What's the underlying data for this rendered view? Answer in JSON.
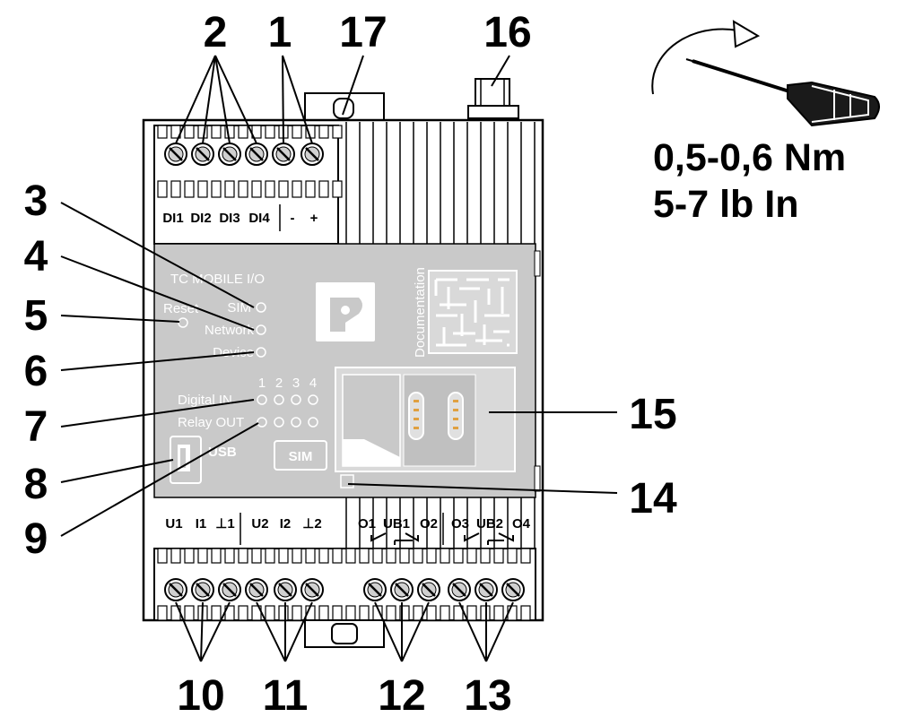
{
  "callouts": {
    "c1": "1",
    "c2": "2",
    "c3": "3",
    "c4": "4",
    "c5": "5",
    "c6": "6",
    "c7": "7",
    "c8": "8",
    "c9": "9",
    "c10": "10",
    "c11": "11",
    "c12": "12",
    "c13": "13",
    "c14": "14",
    "c15": "15",
    "c16": "16",
    "c17": "17"
  },
  "torque": {
    "nm": "0,5-0,6 Nm",
    "lbin": "5-7 lb In"
  },
  "top_terminals": [
    "DI1",
    "DI2",
    "DI3",
    "DI4",
    "-",
    "+"
  ],
  "bottom_terminals": [
    "U1",
    "I1",
    "⊥1",
    "U2",
    "I2",
    "⊥2",
    "O1",
    "UB1",
    "O2",
    "O3",
    "UB2",
    "O4"
  ],
  "panel": {
    "product": "TC MOBILE I/O",
    "reset": "Reset",
    "sim_led": "SIM",
    "network_led": "Network",
    "device_led": "Device",
    "digital_in": "Digital IN",
    "relay_out": "Relay OUT",
    "channels": [
      "1",
      "2",
      "3",
      "4"
    ],
    "usb": "USB",
    "sim_slot": "SIM",
    "documentation": "Documentation"
  },
  "colors": {
    "panel_gray": "#c9c9c9",
    "panel_dark": "#b4b4b4",
    "line": "#000000"
  }
}
